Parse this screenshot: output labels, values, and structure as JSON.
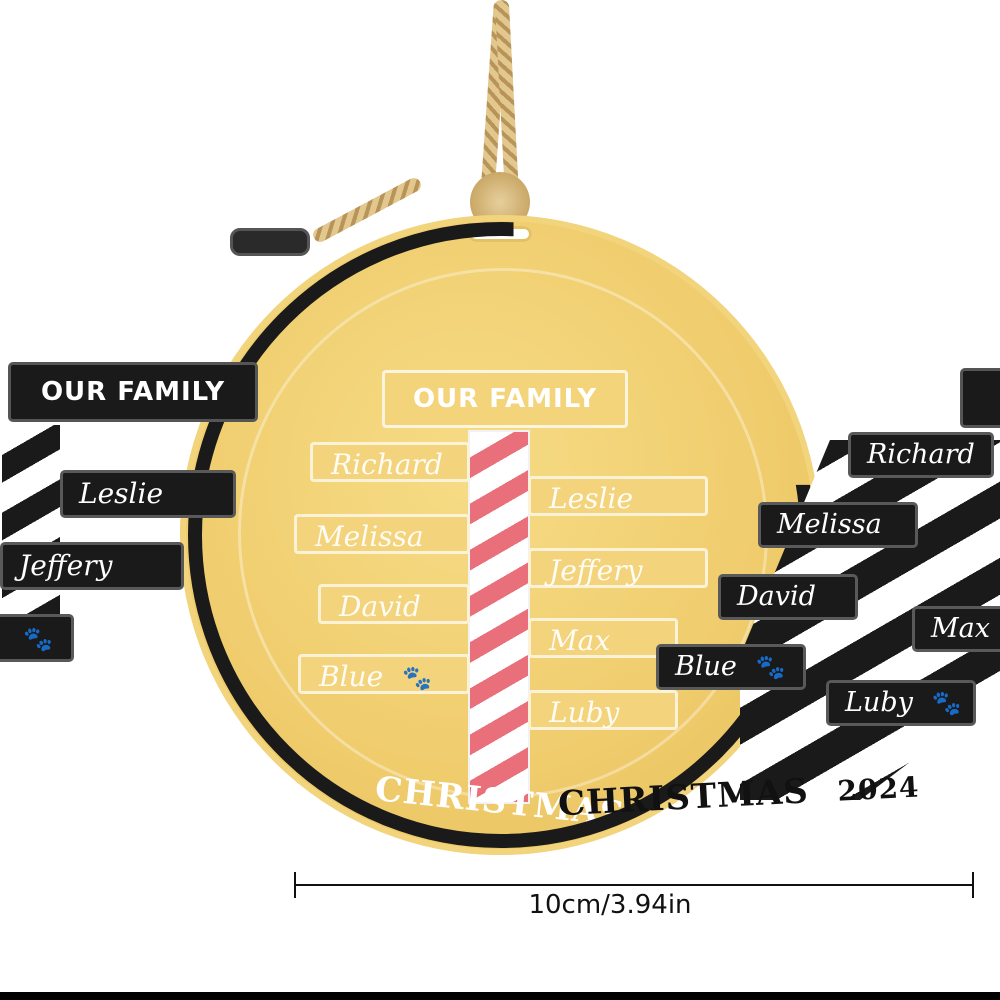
{
  "colors": {
    "wood": "#f0cd6e",
    "acrylic_black": "#1a1a1a",
    "pole_red": "#e9707a",
    "rope": "#c9a867"
  },
  "icons": {
    "paw": "paw-print-icon"
  },
  "wood_ornament": {
    "header": "OUR FAMILY",
    "names_left": [
      "Richard",
      "Melissa",
      "David",
      "Blue"
    ],
    "names_right": [
      "Leslie",
      "Jeffery",
      "Max",
      "Luby"
    ],
    "footer": "CHRISTMAS"
  },
  "black_ornament": {
    "header": "OUR FAMILY",
    "left_names": [
      "Leslie",
      "Jeffery"
    ],
    "right_names": [
      "Richard",
      "Melissa",
      "David",
      "Max",
      "Blue",
      "Luby"
    ],
    "footer": "CHRISTMAS",
    "year": "2024"
  },
  "dimension": {
    "label": "10cm/3.94in"
  }
}
